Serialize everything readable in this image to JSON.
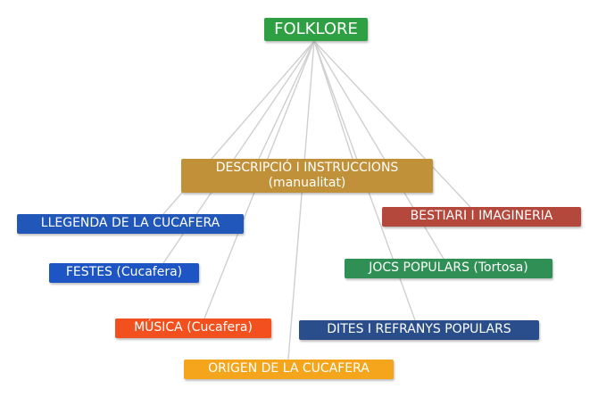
{
  "root": {
    "label": "FOLKLORE",
    "color": "#2ea043"
  },
  "line_color": "#cfcfcf",
  "nodes": {
    "descripcio": {
      "label": "DESCRIPCIÓ I INSTRUCCIONS",
      "sublabel": "(manualitat)",
      "color": "#c1913a"
    },
    "llegenda": {
      "label": "LLEGENDA DE LA CUCAFERA",
      "color": "#2157b8"
    },
    "bestiari": {
      "label": "BESTIARI I IMAGINERIA",
      "color": "#b5483c"
    },
    "festes": {
      "label": "FESTES (Cucafera)",
      "color": "#1d55c4"
    },
    "jocs": {
      "label": "JOCS POPULARS (Tortosa)",
      "color": "#2f8f55"
    },
    "musica": {
      "label": "MÚSICA (Cucafera)",
      "color": "#f2501e"
    },
    "dites": {
      "label": "DITES I REFRANYS POPULARS",
      "color": "#2a4e8c"
    },
    "origen": {
      "label": "ORIGEN DE LA CUCAFERA",
      "color": "#f4a51c"
    }
  }
}
